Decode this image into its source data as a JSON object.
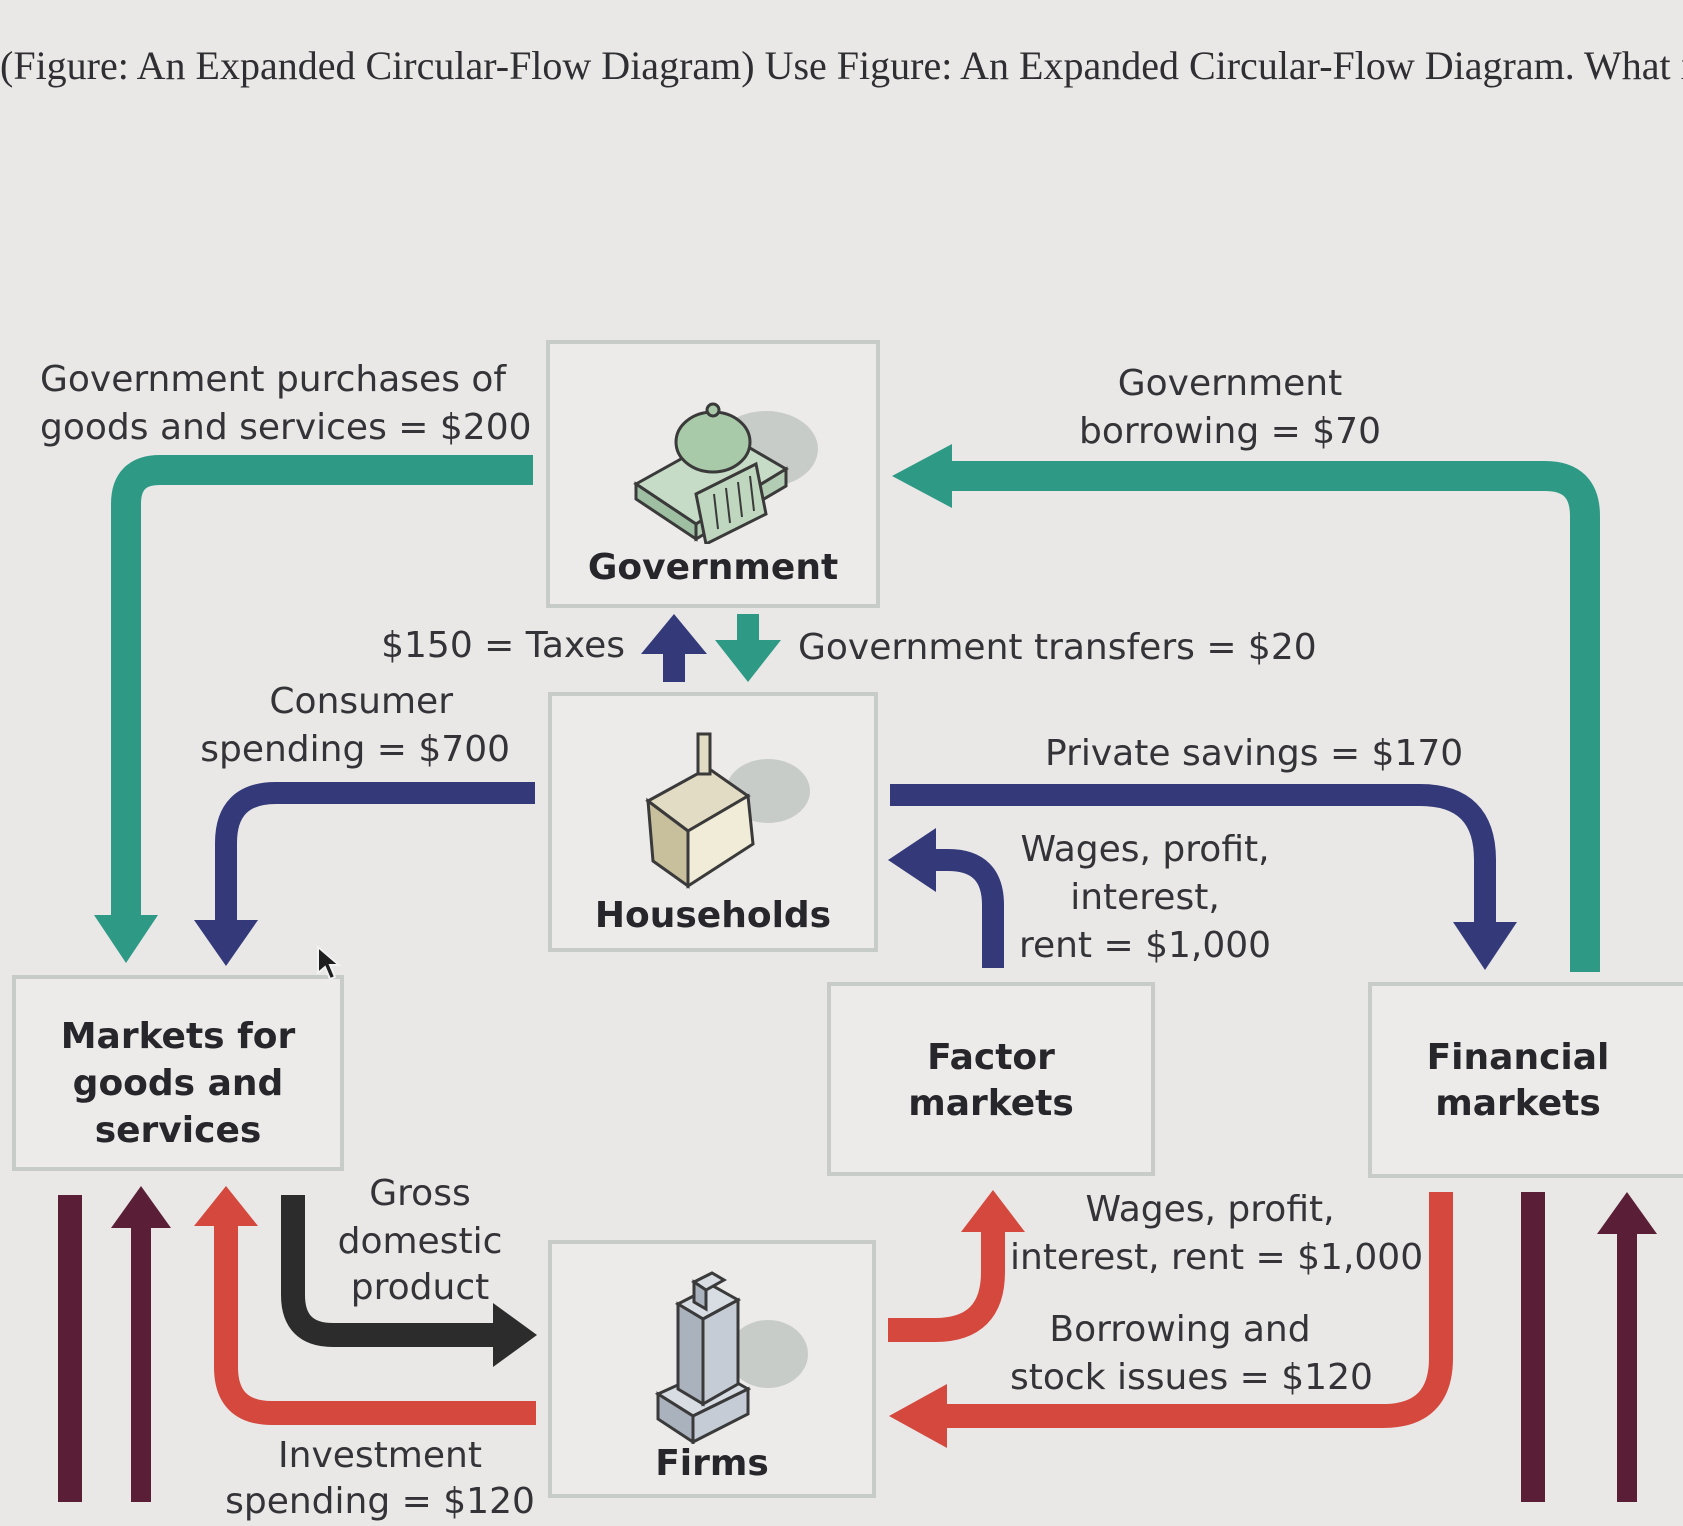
{
  "title": "(Figure: An Expanded Circular-Flow Diagram) Use Figure: An Expanded Circular-Flow Diagram. What is C",
  "nodes": {
    "government": "Government",
    "households": "Households",
    "markets_goods": [
      "Markets for",
      "goods and",
      "services"
    ],
    "factor_markets": [
      "Factor",
      "markets"
    ],
    "financial_markets": [
      "Financial",
      "markets"
    ],
    "firms": "Firms"
  },
  "flows": {
    "gov_purchases": [
      "Government purchases of",
      "goods and services = $200"
    ],
    "gov_borrowing": [
      "Government",
      "borrowing = $70"
    ],
    "taxes": "$150 = Taxes",
    "gov_transfers": "Government transfers = $20",
    "consumer_spending": [
      "Consumer",
      "spending = $700"
    ],
    "private_savings": "Private savings = $170",
    "wages_to_households": [
      "Wages, profit,",
      "interest,",
      "rent = $1,000"
    ],
    "gdp": [
      "Gross",
      "domestic",
      "product"
    ],
    "wages_from_firms": [
      "Wages, profit,",
      "interest, rent = $1,000"
    ],
    "borrowing_stock": [
      "Borrowing and",
      "stock issues = $120"
    ],
    "investment": [
      "Investment",
      "spending = $120"
    ]
  },
  "colors": {
    "teal": "#2e9a86",
    "navy": "#34397a",
    "red": "#d4483d",
    "black": "#2c2c2c",
    "maroon": "#5a1f36",
    "box_border": "#c7ccc9"
  }
}
